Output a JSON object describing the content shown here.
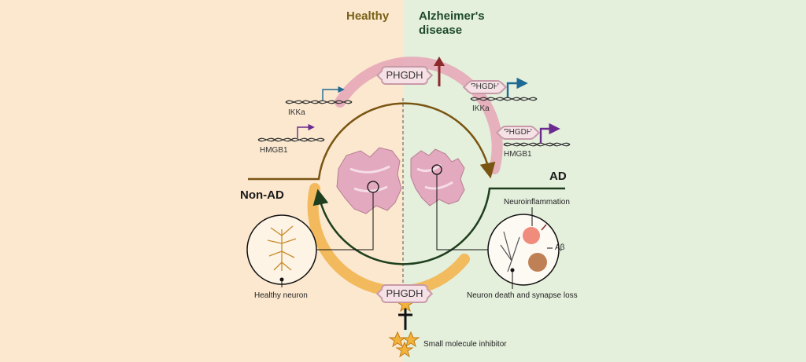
{
  "header": {
    "healthy_label": "Healthy",
    "ad_label": "Alzheimer's disease"
  },
  "states": {
    "non_ad": "Non-AD",
    "ad": "AD"
  },
  "healthy_genes": {
    "ikka": "IKKa",
    "hmgb1": "HMGB1"
  },
  "ad_genes": {
    "phgdh_1": "PHGDH",
    "ikka": "IKKa",
    "phgdh_2": "PHGDH",
    "hmgb1": "HMGB1"
  },
  "center_top": {
    "phgdh": "PHGDH"
  },
  "center_bottom": {
    "phgdh": "PHGDH",
    "inhibitor_label": "Small molecule inhibitor"
  },
  "ad_panel": {
    "neuroinflammation": "Neuroinflammation",
    "abeta": "Aβ",
    "death_label": "Neuron death and synapse loss"
  },
  "healthy_panel": {
    "neuron_label": "Healthy neuron"
  },
  "colors": {
    "healthy_bg": "#fbe8cf",
    "ad_bg": "#e4efdc",
    "arrow_up": "#8b2a2a",
    "healthy_arrow": "#1f6a95",
    "hmgb1_arrow": "#6b2a8f"
  }
}
